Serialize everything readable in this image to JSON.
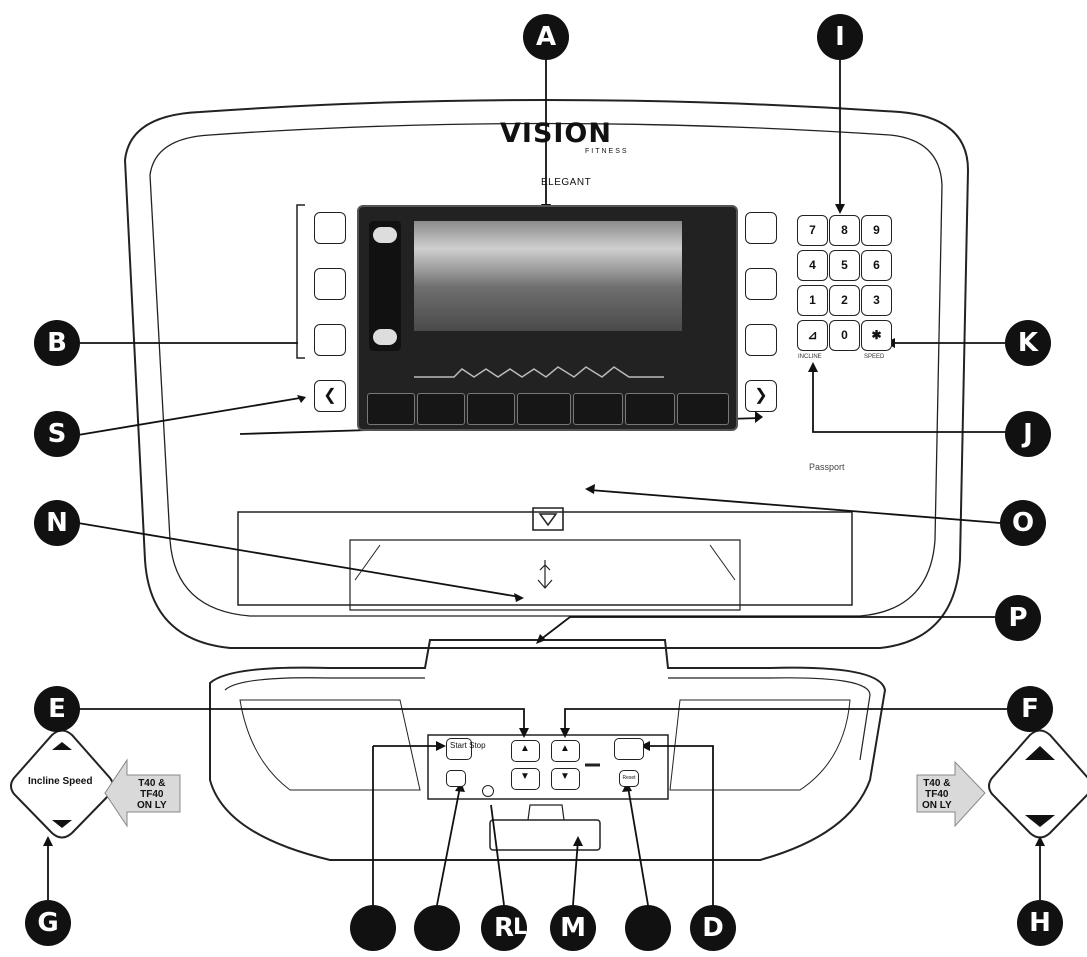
{
  "brand": {
    "name": "VISION",
    "sub": "FITNESS",
    "model": "ELEGANT",
    "partner": "Passport"
  },
  "keypad": {
    "keys": [
      "7",
      "8",
      "9",
      "4",
      "5",
      "6",
      "1",
      "2",
      "3",
      "0"
    ],
    "incline_caption": "INCLINE",
    "speed_caption": "SPEED"
  },
  "console": {
    "start_stop": "Start Stop",
    "reset": "Reset",
    "incline_speed_left": "Incline Speed"
  },
  "tag_left": {
    "line1": "T40 &",
    "line2": "TF40",
    "line3": "ON LY"
  },
  "tag_right": {
    "line1": "T40 &",
    "line2": "TF40",
    "line3": "ON LY"
  },
  "callouts": [
    {
      "id": "a",
      "label": "A"
    },
    {
      "id": "i",
      "label": "I"
    },
    {
      "id": "b",
      "label": "B"
    },
    {
      "id": "k",
      "label": "K"
    },
    {
      "id": "s",
      "label": "S"
    },
    {
      "id": "j",
      "label": "J"
    },
    {
      "id": "n",
      "label": "N"
    },
    {
      "id": "o",
      "label": "O"
    },
    {
      "id": "p",
      "label": "P"
    },
    {
      "id": "e",
      "label": "E"
    },
    {
      "id": "f",
      "label": "F"
    },
    {
      "id": "g",
      "label": "G"
    },
    {
      "id": "h",
      "label": "H"
    },
    {
      "id": "c1",
      "label": ""
    },
    {
      "id": "c2",
      "label": ""
    },
    {
      "id": "r",
      "label": "R"
    },
    {
      "id": "l",
      "label": "L"
    },
    {
      "id": "m",
      "label": "M"
    },
    {
      "id": "c3",
      "label": ""
    },
    {
      "id": "d",
      "label": "D"
    }
  ]
}
